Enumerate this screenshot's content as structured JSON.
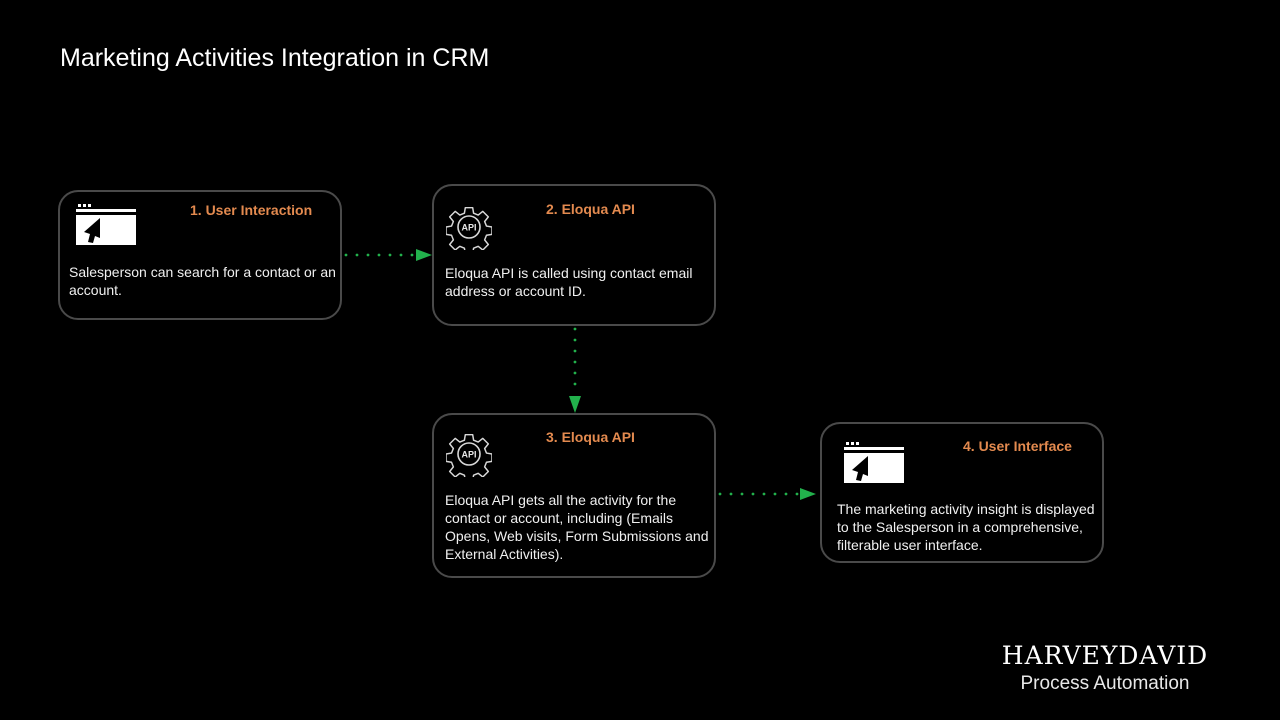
{
  "title": "Marketing Activities Integration in CRM",
  "colors": {
    "background": "#000000",
    "heading": "#e38a4f",
    "connector": "#22b14c",
    "box_border": "#4a4a4a"
  },
  "steps": [
    {
      "heading": "1. User Interaction",
      "icon": "browser-cursor-icon",
      "description": "Salesperson can search for a contact or an account."
    },
    {
      "heading": "2. Eloqua API",
      "icon": "api-gear-icon",
      "icon_label": "API",
      "description": "Eloqua API is called using contact email address or account ID."
    },
    {
      "heading": "3. Eloqua API",
      "icon": "api-gear-icon",
      "icon_label": "API",
      "description": "Eloqua API gets all the activity for the contact or account, including (Emails Opens, Web visits, Form Submissions and External Activities)."
    },
    {
      "heading": "4. User Interface",
      "icon": "browser-cursor-icon",
      "description": "The marketing activity insight is displayed to the Salesperson in a comprehensive, filterable user interface."
    }
  ],
  "connectors": [
    {
      "from": "1. User Interaction",
      "to": "2. Eloqua API",
      "style": "dotted-arrow"
    },
    {
      "from": "2. Eloqua API",
      "to": "3. Eloqua API",
      "style": "dotted-arrow"
    },
    {
      "from": "3. Eloqua API",
      "to": "4. User Interface",
      "style": "dotted-arrow"
    }
  ],
  "brand": {
    "name": "HARVEYDAVID",
    "tagline": "Process Automation"
  }
}
